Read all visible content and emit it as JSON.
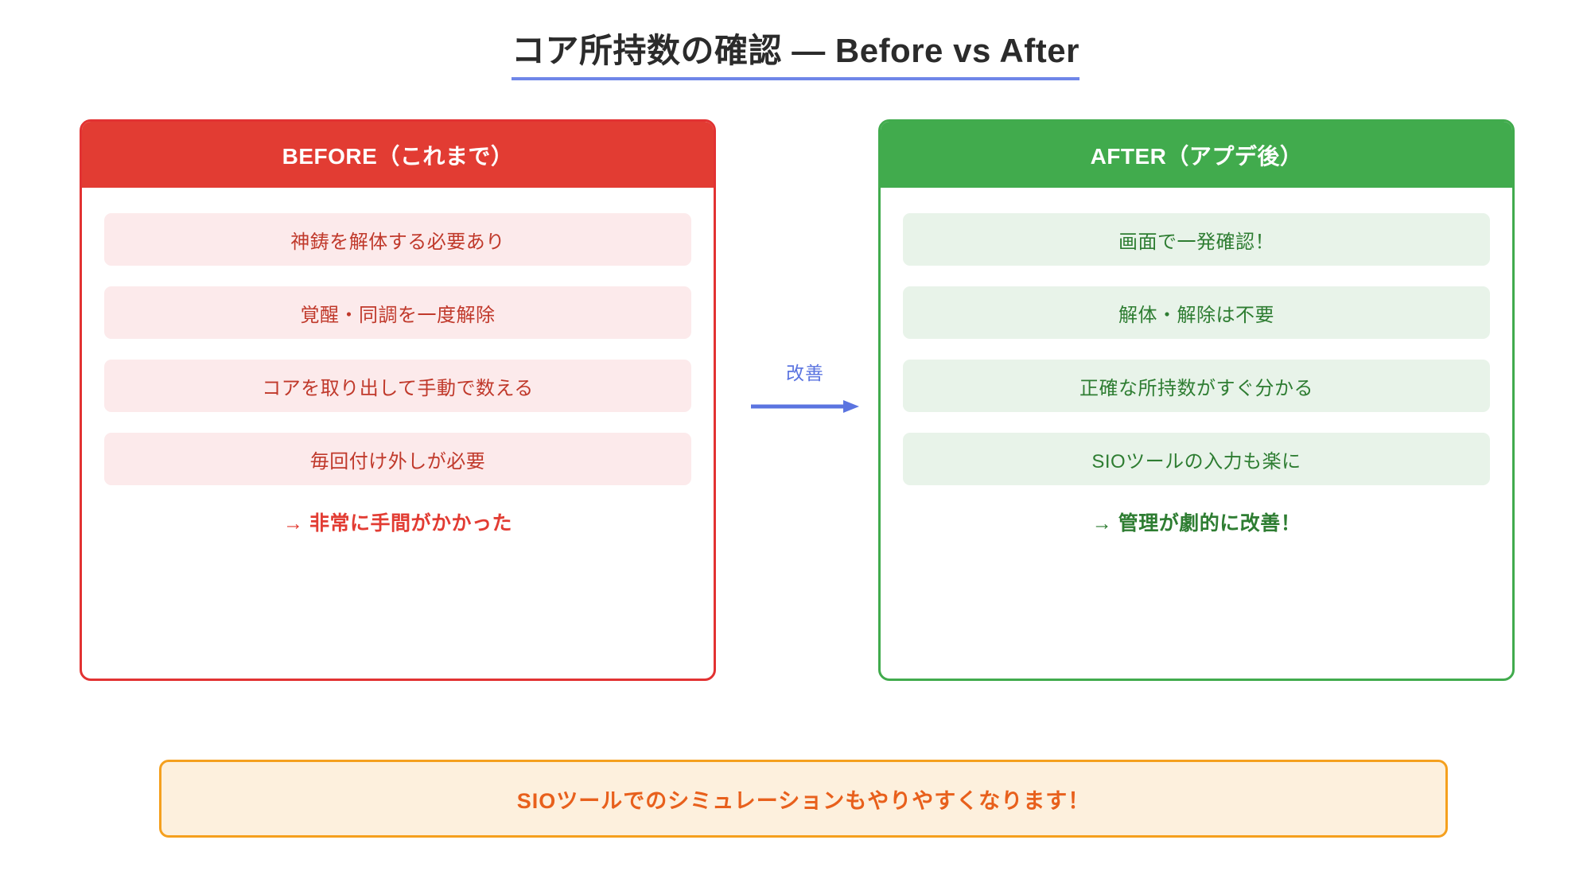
{
  "title": {
    "text": "コア所持数の確認 — Before vs After",
    "underline_color": "#6f86e8",
    "text_color": "#2b2b2b"
  },
  "before_card": {
    "header": "BEFORE（これまで）",
    "header_bg": "#e23c33",
    "border_color": "#e23232",
    "item_bg": "#fceaeb",
    "item_text_color": "#c0392b",
    "items": [
      "神鋳を解体する必要あり",
      "覚醒・同調を一度解除",
      "コアを取り出して手動で数える",
      "毎回付け外しが必要"
    ],
    "summary": "→ 非常に手間がかかった"
  },
  "after_card": {
    "header": "AFTER（アプデ後）",
    "header_bg": "#41ab4d",
    "border_color": "#41ab4d",
    "item_bg": "#e8f3e9",
    "item_text_color": "#2e7d32",
    "items": [
      "画面で一発確認！",
      "解体・解除は不要",
      "正確な所持数がすぐ分かる",
      "SIOツールの入力も楽に"
    ],
    "summary": "→ 管理が劇的に改善！"
  },
  "arrow": {
    "label": "改善",
    "color": "#5b74e0"
  },
  "banner": {
    "text": "SIOツールでのシミュレーションもやりやすくなります！",
    "border_color": "#f5a01e",
    "background": "#fdf0dd",
    "text_color": "#e8601c"
  }
}
